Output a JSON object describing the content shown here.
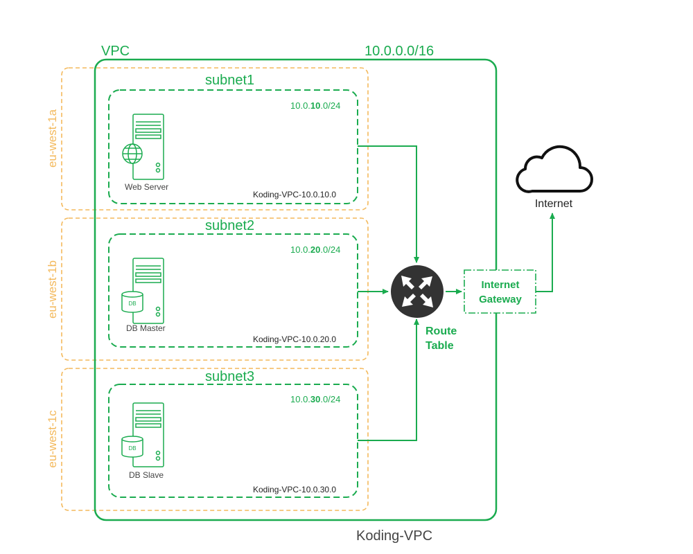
{
  "vpc": {
    "label": "VPC",
    "cidr": "10.0.0.0/16",
    "name": "Koding-VPC"
  },
  "zones": [
    {
      "label": "eu-west-1a"
    },
    {
      "label": "eu-west-1b"
    },
    {
      "label": "eu-west-1c"
    }
  ],
  "subnets": [
    {
      "label": "subnet1",
      "cidr_prefix": "10.0.",
      "cidr_octet": "10",
      "cidr_suffix": ".0/24",
      "name": "Koding-VPC-10.0.10.0",
      "server_label": "Web Server"
    },
    {
      "label": "subnet2",
      "cidr_prefix": "10.0.",
      "cidr_octet": "20",
      "cidr_suffix": ".0/24",
      "name": "Koding-VPC-10.0.20.0",
      "server_label": "DB Master",
      "db_label": "DB"
    },
    {
      "label": "subnet3",
      "cidr_prefix": "10.0.",
      "cidr_octet": "30",
      "cidr_suffix": ".0/24",
      "name": "Koding-VPC-10.0.30.0",
      "server_label": "DB Slave",
      "db_label": "DB"
    }
  ],
  "route_table": {
    "line1": "Route",
    "line2": "Table"
  },
  "gateway": {
    "line1": "Internet",
    "line2": "Gateway"
  },
  "internet": {
    "label": "Internet"
  },
  "colors": {
    "green": "#1aab4f",
    "orange": "#f3b95c",
    "router": "#333333"
  }
}
